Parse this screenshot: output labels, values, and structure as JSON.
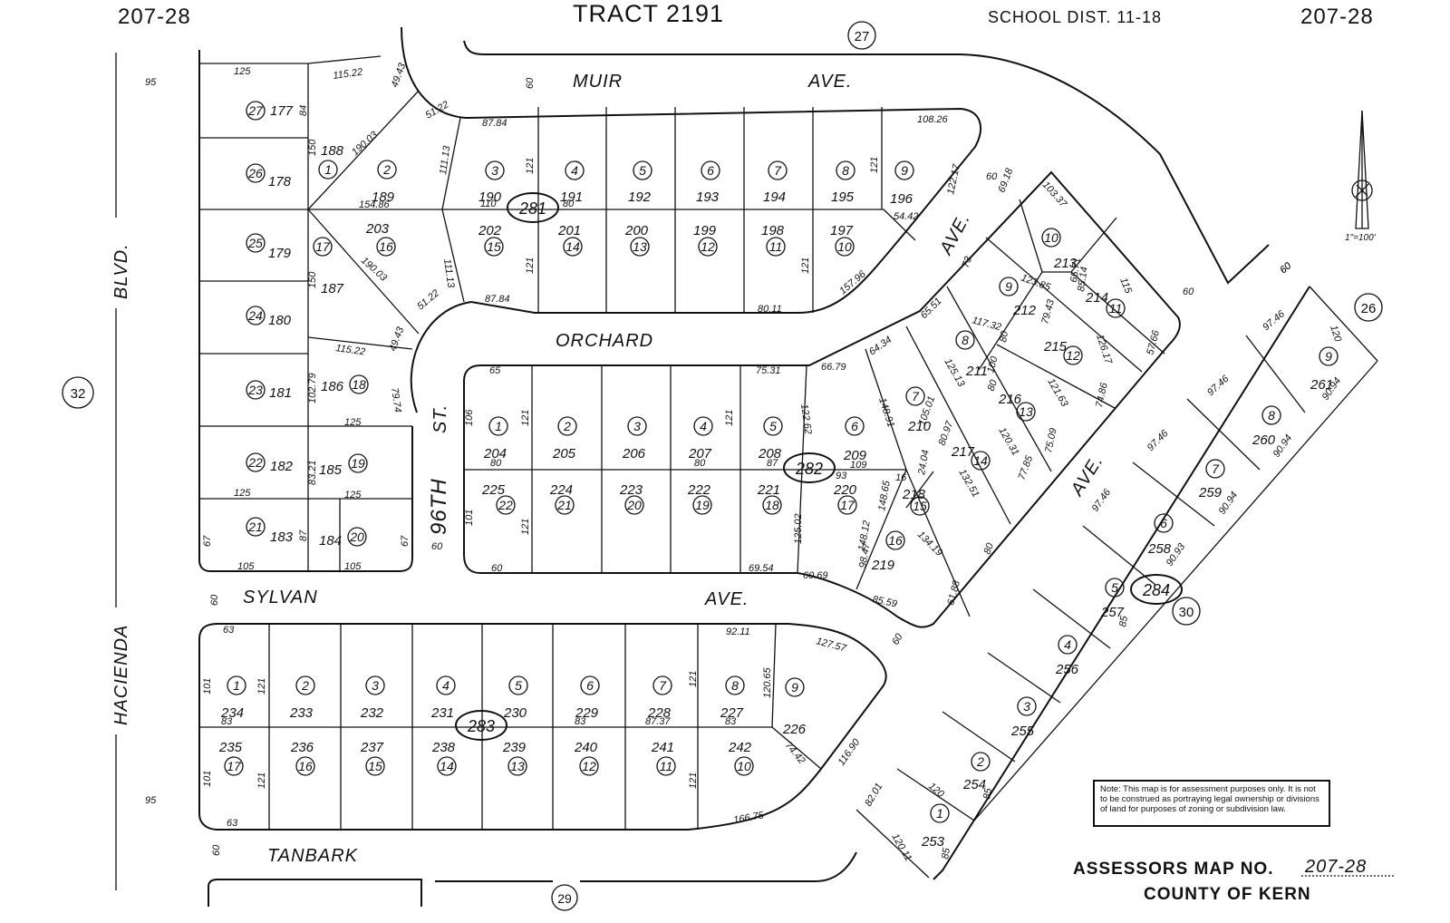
{
  "header": {
    "map_left": "207-28",
    "tract": "TRACT 2191",
    "school_dist": "SCHOOL DIST. 11-18",
    "map_right": "207-28"
  },
  "streets": {
    "muir": [
      "MUIR",
      "AVE."
    ],
    "orchard": "ORCHARD",
    "orchard_ave": "AVE.",
    "sylvan": [
      "SYLVAN",
      "AVE."
    ],
    "tanbark": "TANBARK",
    "st_96": [
      "96TH",
      "ST."
    ],
    "hacienda": "HACIENDA",
    "blvd": "BLVD.",
    "diag_ave": "AVE."
  },
  "book_pages": [
    "27",
    "26",
    "32",
    "30",
    "29"
  ],
  "scale": "1\"=100'",
  "note": "Note: This map is for assessment purposes only. It is not to be construed as portraying legal ownership or divisions of land for purposes of zoning or subdivision law.",
  "footer": {
    "map_no_label": "ASSESSORS MAP NO.",
    "map_no_value": "207-28",
    "county": "COUNTY OF KERN"
  },
  "blocks": [
    "281",
    "282",
    "283",
    "284"
  ],
  "west_strip": [
    {
      "lot": "27",
      "parcel": "177"
    },
    {
      "lot": "26",
      "parcel": "178"
    },
    {
      "lot": "25",
      "parcel": "179"
    },
    {
      "lot": "24",
      "parcel": "180"
    },
    {
      "lot": "23",
      "parcel": "181"
    },
    {
      "lot": "22",
      "parcel": "182"
    },
    {
      "lot": "21",
      "parcel": "183"
    }
  ],
  "block_281": [
    {
      "lot": "1",
      "parcel": "188"
    },
    {
      "lot": "2",
      "parcel": "189"
    },
    {
      "lot": "3",
      "parcel": "190"
    },
    {
      "lot": "4",
      "parcel": "191"
    },
    {
      "lot": "5",
      "parcel": "192"
    },
    {
      "lot": "6",
      "parcel": "193"
    },
    {
      "lot": "7",
      "parcel": "194"
    },
    {
      "lot": "8",
      "parcel": "195"
    },
    {
      "lot": "9",
      "parcel": "196"
    },
    {
      "lot": "10",
      "parcel": "197"
    },
    {
      "lot": "11",
      "parcel": "198"
    },
    {
      "lot": "12",
      "parcel": "199"
    },
    {
      "lot": "13",
      "parcel": "200"
    },
    {
      "lot": "14",
      "parcel": "201"
    },
    {
      "lot": "15",
      "parcel": "202"
    },
    {
      "lot": "16",
      "parcel": "203"
    },
    {
      "lot": "17",
      "parcel": "187"
    },
    {
      "lot": "18",
      "parcel": "186"
    },
    {
      "lot": "19",
      "parcel": "185"
    },
    {
      "lot": "20",
      "parcel": "184"
    }
  ],
  "block_282": [
    {
      "lot": "1",
      "parcel": "204"
    },
    {
      "lot": "2",
      "parcel": "205"
    },
    {
      "lot": "3",
      "parcel": "206"
    },
    {
      "lot": "4",
      "parcel": "207"
    },
    {
      "lot": "5",
      "parcel": "208"
    },
    {
      "lot": "6",
      "parcel": "209"
    },
    {
      "lot": "7",
      "parcel": "210"
    },
    {
      "lot": "8",
      "parcel": "211"
    },
    {
      "lot": "9",
      "parcel": "212"
    },
    {
      "lot": "10",
      "parcel": "213"
    },
    {
      "lot": "11",
      "parcel": "214"
    },
    {
      "lot": "12",
      "parcel": "215"
    },
    {
      "lot": "13",
      "parcel": "216"
    },
    {
      "lot": "14",
      "parcel": "217"
    },
    {
      "lot": "15",
      "parcel": "218"
    },
    {
      "lot": "16",
      "parcel": "219"
    },
    {
      "lot": "17",
      "parcel": "220"
    },
    {
      "lot": "18",
      "parcel": "221"
    },
    {
      "lot": "19",
      "parcel": "222"
    },
    {
      "lot": "20",
      "parcel": "223"
    },
    {
      "lot": "21",
      "parcel": "224"
    },
    {
      "lot": "22",
      "parcel": "225"
    }
  ],
  "block_283": [
    {
      "lot": "1",
      "parcel": "234"
    },
    {
      "lot": "2",
      "parcel": "233"
    },
    {
      "lot": "3",
      "parcel": "232"
    },
    {
      "lot": "4",
      "parcel": "231"
    },
    {
      "lot": "5",
      "parcel": "230"
    },
    {
      "lot": "6",
      "parcel": "229"
    },
    {
      "lot": "7",
      "parcel": "228"
    },
    {
      "lot": "8",
      "parcel": "227"
    },
    {
      "lot": "9",
      "parcel": "226"
    },
    {
      "lot": "10",
      "parcel": "242"
    },
    {
      "lot": "11",
      "parcel": "241"
    },
    {
      "lot": "12",
      "parcel": "240"
    },
    {
      "lot": "13",
      "parcel": "239"
    },
    {
      "lot": "14",
      "parcel": "238"
    },
    {
      "lot": "15",
      "parcel": "237"
    },
    {
      "lot": "16",
      "parcel": "236"
    },
    {
      "lot": "17",
      "parcel": "235"
    }
  ],
  "block_284": [
    {
      "lot": "1",
      "parcel": "253"
    },
    {
      "lot": "2",
      "parcel": "254"
    },
    {
      "lot": "3",
      "parcel": "255"
    },
    {
      "lot": "4",
      "parcel": "256"
    },
    {
      "lot": "5",
      "parcel": "257"
    },
    {
      "lot": "6",
      "parcel": "258"
    },
    {
      "lot": "7",
      "parcel": "259"
    },
    {
      "lot": "8",
      "parcel": "260"
    },
    {
      "lot": "9",
      "parcel": "261"
    }
  ],
  "dimensions": {
    "w95a": "95",
    "w95b": "95",
    "w125": "125",
    "w115_22a": "115.22",
    "w49_43a": "49.43",
    "w51_22a": "51.22",
    "w87_84a": "87.84",
    "w150a": "150",
    "w190_03a": "190.03",
    "w154_86": "154.86",
    "w111_13a": "111.13",
    "w110": "110",
    "w80a": "80",
    "w121a": "121",
    "w121b": "121",
    "w121c": "121",
    "w121d": "121",
    "w108_26": "108.26",
    "w122_17": "122.17",
    "w54_42": "54.42",
    "w80b": "80",
    "w60a": "60",
    "w60b": "60",
    "w60c": "60",
    "w60d": "60",
    "w150b": "150",
    "w190_03b": "190.03",
    "w111_13b": "111.13",
    "w51_22b": "51.22",
    "w87_84b": "87.84",
    "w80_11": "80.11",
    "w157_96": "157.96",
    "w115_22b": "115.22",
    "w49_43b": "49.43",
    "w102_79": "102.79",
    "w79_74": "79.74",
    "w125b": "125",
    "w125c": "125",
    "w125d": "125",
    "w84": "84",
    "w83_21": "83.21",
    "w67a": "67",
    "w67b": "67",
    "w87": "87",
    "w105a": "105",
    "w105b": "105",
    "w65": "65",
    "w106": "106",
    "w121e": "121",
    "w121f": "121",
    "w80c": "80",
    "w80d": "80",
    "w87b": "87",
    "w93": "93",
    "w109": "109",
    "w75_31": "75.31",
    "w66_79": "66.79",
    "w64_34": "64.34",
    "w65_51": "65.51",
    "w122_62": "122.62",
    "w148_91": "148.91",
    "w125_13": "125.13",
    "w117_32": "117.32",
    "w123_85": "123.85",
    "w69_18": "69.18",
    "w103_37": "103.37",
    "w73": "73",
    "w65_71": "65.71",
    "w85_14": "85.14",
    "w79_43": "79.43",
    "w115": "115",
    "w126_17": "126.17",
    "w57_66": "57.66",
    "w121_63": "121.63",
    "w74_86": "74.86",
    "w100": "100",
    "w80e": "80",
    "w80f": "80",
    "w105_01": "105.01",
    "w80_97": "80.97",
    "w120_31": "120.31",
    "w75_09": "75.09",
    "w24_04": "24.04",
    "w16": "16",
    "w132_51": "132.51",
    "w77_85": "77.85",
    "w80g": "80",
    "w101a": "101",
    "w121g": "121",
    "w60e": "60",
    "w60f": "60",
    "w69_54": "69.54",
    "w125_02": "125.02",
    "w148_12": "148.12",
    "w148_65": "148.65",
    "w98_47": "98.47",
    "w134_19": "134.19",
    "w60_69": "60.69",
    "w85_59": "85.59",
    "w61_88": "61.88",
    "w63a": "63",
    "w63b": "63",
    "w101b": "101",
    "w101c": "101",
    "w121h": "121",
    "w121i": "121",
    "w83a": "83",
    "w83b": "83",
    "w83c": "83",
    "w87_37": "87.37",
    "w121j": "121",
    "w121k": "121",
    "w92_11": "92.11",
    "w127_57": "127.57",
    "w120_65": "120.65",
    "w74_42": "74.42",
    "w116_90": "116.90",
    "w166_75": "166.75",
    "w60g": "60",
    "w60h": "60",
    "w97_46a": "97.46",
    "w97_46b": "97.46",
    "w97_46c": "97.46",
    "w97_46d": "97.46",
    "w120a": "120",
    "w90_94a": "90.94",
    "w90_94b": "90.94",
    "w90_94c": "90.94",
    "w90_93": "90.93",
    "w85a": "85",
    "w85b": "85",
    "w85c": "85",
    "w120b": "120",
    "w82_01": "82.01",
    "w120_11": "120.11",
    "w60i": "60",
    "w60j": "60"
  }
}
